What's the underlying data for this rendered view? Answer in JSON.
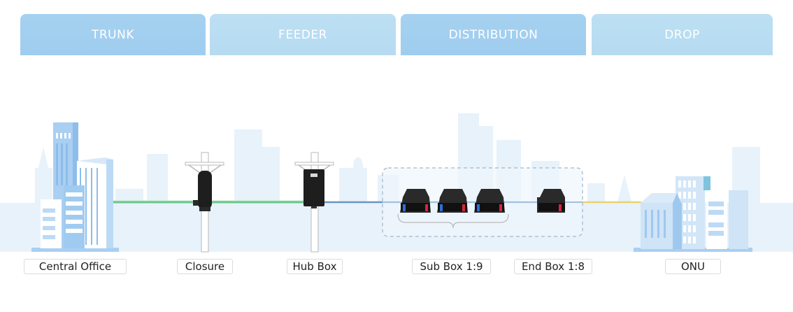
{
  "tabs": [
    {
      "label": "TRUNK",
      "tone": "dark"
    },
    {
      "label": "FEEDER",
      "tone": "light"
    },
    {
      "label": "DISTRIBUTION",
      "tone": "dark"
    },
    {
      "label": "DROP",
      "tone": "light"
    }
  ],
  "nodes": [
    {
      "label": "Central Office",
      "icon": "office-buildings-icon"
    },
    {
      "label": "Closure",
      "icon": "splice-closure-icon"
    },
    {
      "label": "Hub Box",
      "icon": "hub-box-icon"
    },
    {
      "label": "Sub Box 1:9",
      "icon": "sub-box-icon",
      "count": 3
    },
    {
      "label": "End Box 1:8",
      "icon": "end-box-icon"
    },
    {
      "label": "ONU",
      "icon": "residential-buildings-icon"
    }
  ],
  "links": [
    {
      "from": "Central Office",
      "to": "Hub Box",
      "color": "#6cc788"
    },
    {
      "from": "Hub Box",
      "to": "End Box 1:8",
      "color": "#6a96c4"
    },
    {
      "from": "End Box 1:8",
      "to": "ONU",
      "color": "#e8d46a"
    }
  ],
  "colors": {
    "tab_dark": "#a3cfef",
    "tab_light": "#b8dcf2",
    "skyline": "#e6f1fb",
    "building": "#a9cff2"
  }
}
